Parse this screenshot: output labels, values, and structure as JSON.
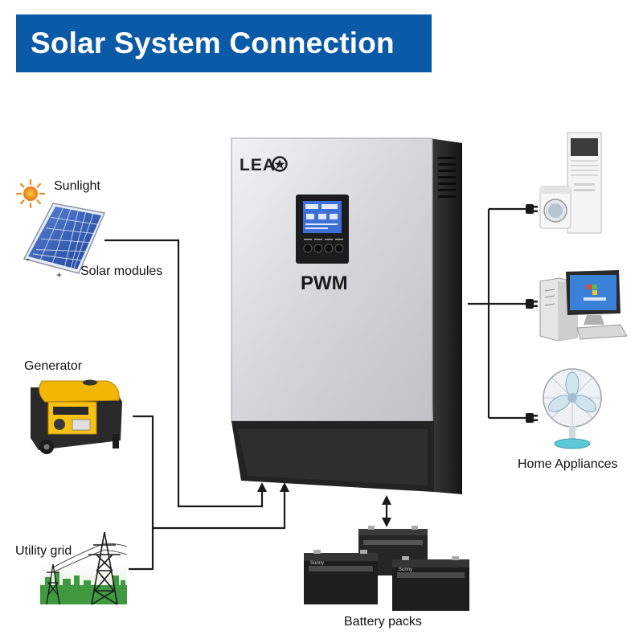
{
  "title": "Solar System Connection",
  "colors": {
    "banner": "#0b5aa7",
    "line": "#1a1a1a",
    "inverter_silver": "#d9dadc",
    "inverter_dark": "#2b2b2b",
    "screen_blue": "#3d6fd6"
  },
  "inputs": {
    "sunlight": "Sunlight",
    "solar_modules": "Solar modules",
    "minus_sign": "-",
    "plus_sign": "+",
    "generator": "Generator",
    "utility_grid": "Utility grid"
  },
  "inverter": {
    "brand": "LEAO",
    "brand_prefix": "LEA",
    "model": "PWM"
  },
  "outputs": {
    "home_appliances": "Home Appliances",
    "battery_packs": "Battery packs",
    "battery_brand": "Sunny"
  },
  "icons": [
    "sun-icon",
    "solar-panel-icon",
    "generator-icon",
    "power-tower-icon",
    "air-conditioner-icon",
    "washing-machine-icon",
    "computer-icon",
    "fan-icon",
    "battery-icon",
    "plug-icon",
    "arrow-up-icon",
    "double-arrow-icon"
  ]
}
